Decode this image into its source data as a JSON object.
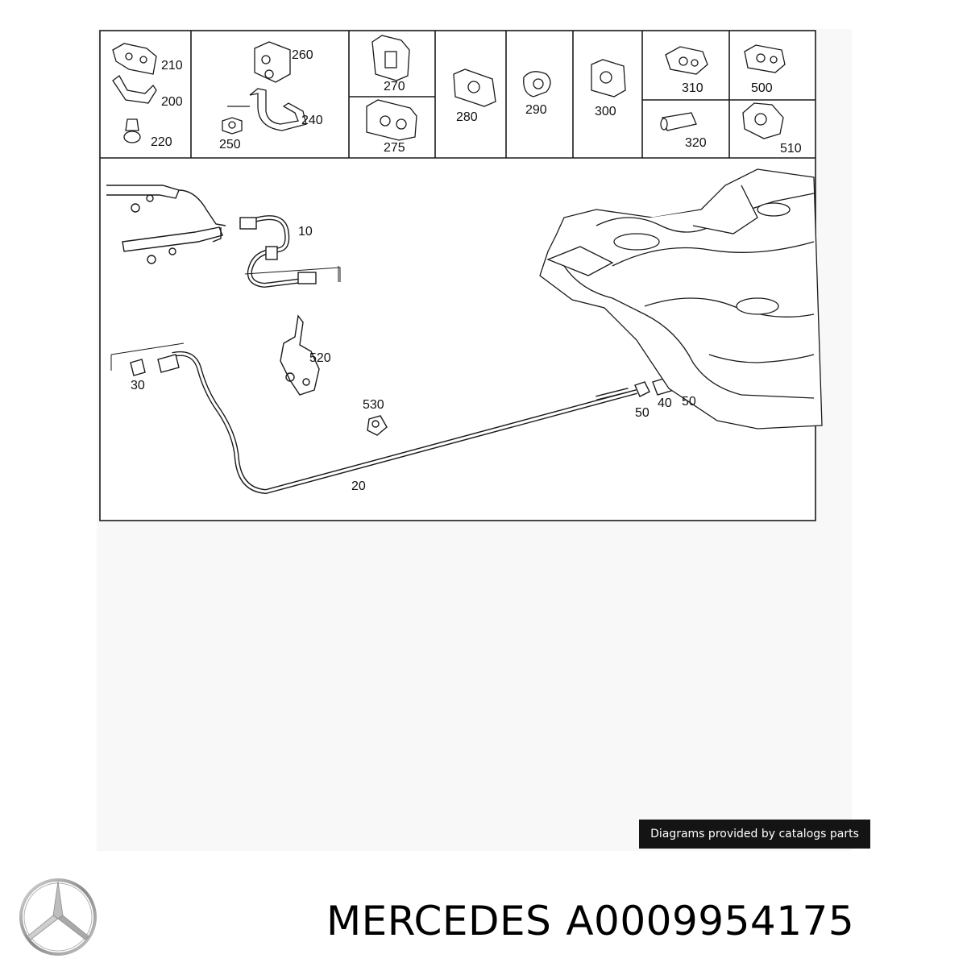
{
  "callouts": {
    "p210": "210",
    "p200": "200",
    "p220": "220",
    "p260": "260",
    "p240": "240",
    "p250": "250",
    "p270": "270",
    "p275": "275",
    "p280": "280",
    "p290": "290",
    "p300": "300",
    "p310": "310",
    "p320": "320",
    "p500": "500",
    "p510": "510",
    "p10": "10",
    "p20": "20",
    "p30": "30",
    "p40": "40",
    "p50a": "50",
    "p50b": "50",
    "p520": "520",
    "p530": "530"
  },
  "credit": "Diagrams provided by catalogs parts",
  "brand": {
    "name": "MERCEDES",
    "part_number": "A0009954175"
  },
  "logo_icon": "mercedes-star-icon"
}
